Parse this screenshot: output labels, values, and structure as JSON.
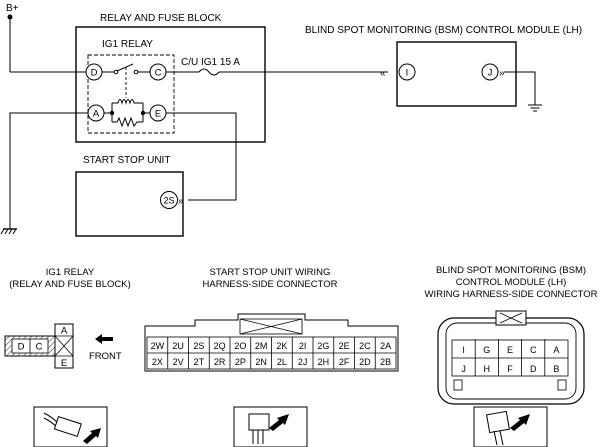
{
  "supply_label": "B+",
  "relay_block": {
    "title": "RELAY AND FUSE BLOCK",
    "relay_label": "IG1 RELAY",
    "fuse_label": "C/U IG1 15 A",
    "pins": {
      "d": "D",
      "c": "C",
      "a": "A",
      "e": "E"
    }
  },
  "bsm_module": {
    "title": "BLIND SPOT MONITORING (BSM) CONTROL MODULE (LH)",
    "pins": {
      "i": "I",
      "j": "J"
    }
  },
  "start_stop_unit": {
    "title": "START STOP UNIT",
    "pin": "2S"
  },
  "connectors": {
    "relay": {
      "title_lines": [
        "IG1 RELAY",
        "(RELAY AND FUSE BLOCK)"
      ],
      "top_cells": [
        "D",
        "C"
      ],
      "side_cells": [
        "A",
        "E"
      ],
      "front_label": "FRONT"
    },
    "start_stop": {
      "title_lines": [
        "START STOP UNIT WIRING",
        "HARNESS-SIDE CONNECTOR"
      ],
      "row1": [
        "2W",
        "2U",
        "2S",
        "2Q",
        "2O",
        "2M",
        "2K",
        "2I",
        "2G",
        "2E",
        "2C",
        "2A"
      ],
      "row2": [
        "2X",
        "2V",
        "2T",
        "2R",
        "2P",
        "2N",
        "2L",
        "2J",
        "2H",
        "2F",
        "2D",
        "2B"
      ]
    },
    "bsm": {
      "title_lines": [
        "BLIND SPOT MONITORING (BSM)",
        "CONTROL MODULE (LH)",
        "WIRING HARNESS-SIDE CONNECTOR"
      ],
      "row1": [
        "I",
        "G",
        "E",
        "C",
        "A"
      ],
      "row2": [
        "J",
        "H",
        "F",
        "D",
        "B"
      ]
    }
  }
}
